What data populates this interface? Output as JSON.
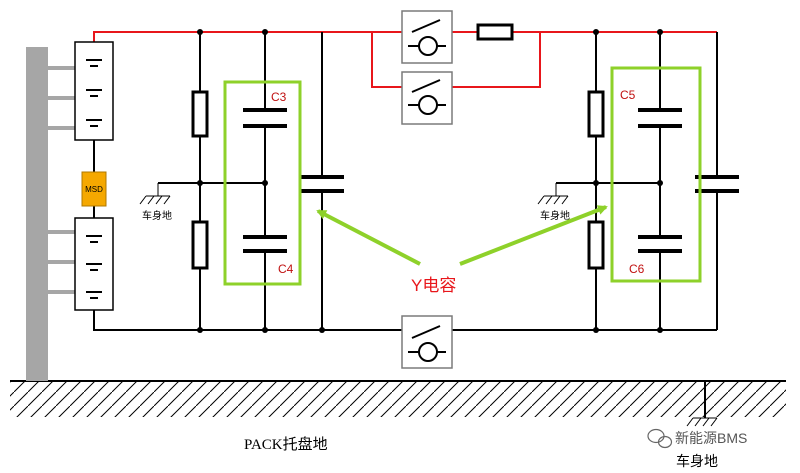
{
  "labels": {
    "c3": "C3",
    "c4": "C4",
    "c5": "C5",
    "c6": "C6",
    "y_capacitor": "Y电容",
    "body_ground_left": "车身地",
    "body_ground_right": "车身地",
    "body_ground_bottom": "车身地",
    "msd": "MSD",
    "pack_ground": "PACK托盘地",
    "watermark": "新能源BMS"
  },
  "colors": {
    "hv_positive_wire": "#e8161b",
    "wire": "#000000",
    "y_cap_box": "#8ed12a",
    "msd_fill": "#f5a800",
    "chassis_bar": "#a6a6a6",
    "y_cap_label": "#e8161b",
    "cap_label": "#c01010"
  }
}
